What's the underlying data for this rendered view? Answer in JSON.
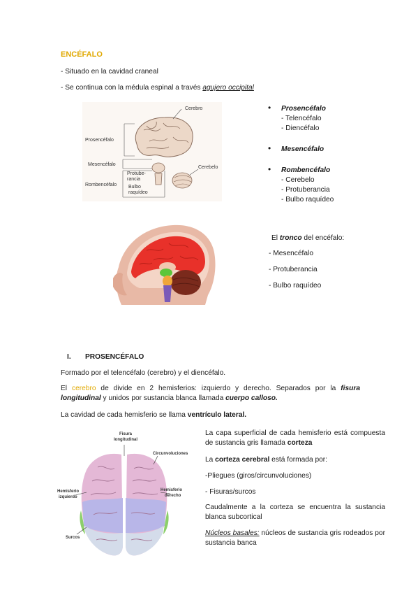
{
  "title": "ENCÉFALO",
  "intro": {
    "line1": "- Situado en la cavidad craneal",
    "line2_prefix": "- Se continua con la médula espinal a través ",
    "line2_link": "agujero occipital"
  },
  "figure1": {
    "labels": {
      "cerebro": "Cerebro",
      "prosencefalo": "Prosencéfalo",
      "mesencefalo": "Mesencéfalo",
      "protuberancia_1": "Protube-",
      "protuberancia_2": "rancia",
      "rombencefalo": "Rombencéfalo",
      "cerebelo": "Cerebelo",
      "bulbo_1": "Bulbo",
      "bulbo_2": "raquídeo"
    }
  },
  "divisions": [
    {
      "name": "Prosencéfalo",
      "subs": [
        "- Telencéfalo",
        "- Diencéfalo"
      ]
    },
    {
      "name": "Mesencéfalo",
      "subs": []
    },
    {
      "name": "Rombencéfalo",
      "subs": [
        "- Cerebelo",
        "- Protuberancia",
        "- Bulbo raquídeo"
      ]
    }
  ],
  "tronco": {
    "prefix": "El ",
    "word": "tronco",
    "suffix": " del encéfalo:",
    "items": [
      "- Mesencéfalo",
      "- Protuberancia",
      "- Bulbo raquídeo"
    ]
  },
  "section1": {
    "number": "I.",
    "heading": "PROSENCÉFALO",
    "p1": "Formado por el telencéfalo (cerebro) y el diencéfalo.",
    "p2": {
      "a": "El ",
      "b": "cerebro",
      "c": " de divide en 2 hemisferios: izquierdo y derecho. Separados por la ",
      "d": "fisura longitudinal",
      "e": " y unidos por sustancia blanca llamada ",
      "f": "cuerpo calloso."
    },
    "p3": {
      "a": "La cavidad de cada hemisferio se llama ",
      "b": "ventrículo lateral."
    }
  },
  "figure3": {
    "labels": {
      "fisura_1": "Fisura",
      "fisura_2": "longitudinal",
      "circunvoluciones": "Circunvoluciones",
      "hem_izq_1": "Hemisferio",
      "hem_izq_2": "izquierdo",
      "hem_der_1": "Hemisferio",
      "hem_der_2": "derecho",
      "surcos": "Surcos"
    }
  },
  "cortex": {
    "p1a": "La capa superficial de cada hemisferio está compuesta de sustancia gris llamada ",
    "p1b": "corteza",
    "p2a": "La ",
    "p2b": "corteza cerebral",
    "p2c": " está formada por:",
    "item1": "-Pliegues (giros/circunvoluciones)",
    "item2": "- Fisuras/surcos",
    "p3": "Caudalmente a la corteza se encuentra la sustancia blanca subcortical",
    "p4a": "Núcleos basales:",
    "p4b": " núcleos de sustancia gris rodeados por sustancia banca"
  },
  "colors": {
    "accent": "#e0a800",
    "cerebrum_red": "#e8312a",
    "cerebellum_brown": "#7a2a1c",
    "midbrain_green": "#5cc63a",
    "pons_orange": "#f0a63a",
    "medulla_purple": "#7a5ab8"
  }
}
